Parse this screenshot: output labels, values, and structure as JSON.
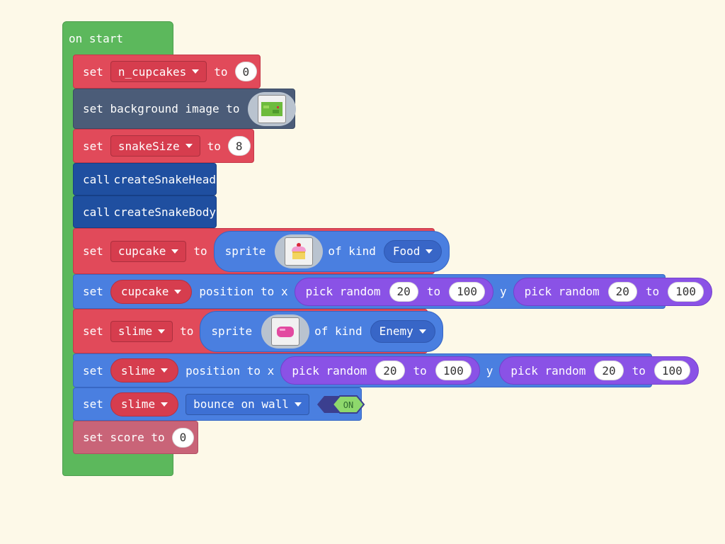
{
  "hat": {
    "label": "on start"
  },
  "words": {
    "set": "set",
    "to": "to",
    "call": "call",
    "of_kind": "of kind",
    "sprite": "sprite",
    "position_to_x": "position to x",
    "y": "y",
    "pick_random": "pick random",
    "set_score_to": "set score to",
    "set_background_image_to": "set background image to"
  },
  "blocks": [
    {
      "var": "n_cupcakes",
      "value": "0"
    },
    {
      "label": "set background image to",
      "image": "map-thumbnail-icon"
    },
    {
      "var": "snakeSize",
      "value": "8"
    },
    {
      "func": "createSnakeHead"
    },
    {
      "func": "createSnakeBody"
    },
    {
      "var": "cupcake",
      "kind": "Food",
      "image": "cupcake-sprite-icon"
    },
    {
      "var": "cupcake",
      "x_min": "20",
      "x_max": "100",
      "y_min": "20",
      "y_max": "100"
    },
    {
      "var": "slime",
      "kind": "Enemy",
      "image": "slime-sprite-icon"
    },
    {
      "var": "slime",
      "x_min": "20",
      "x_max": "100",
      "y_min": "20",
      "y_max": "100"
    },
    {
      "var": "slime",
      "flag": "bounce on wall",
      "toggle": "ON"
    },
    {
      "value": "0"
    }
  ],
  "colors": {
    "background": "#fdf9e8",
    "event_green": "#5cb85c",
    "variables_red": "#e14a5a",
    "scene_slate": "#4b5c78",
    "functions_navy": "#1f4fa0",
    "sprites_blue": "#4a7fe0",
    "math_purple": "#8a52e6",
    "info_pink": "#c96478",
    "toggle_green": "#8ed86c"
  }
}
